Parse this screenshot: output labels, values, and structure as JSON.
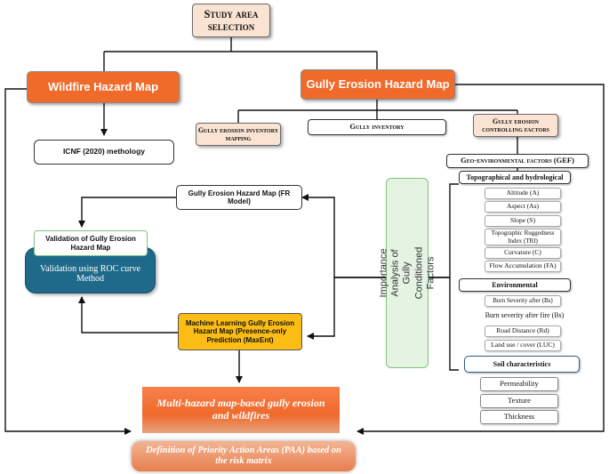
{
  "study_area": "Study area selection",
  "wildfire_map": "Wildfire Hazard Map",
  "gully_map": "Gully Erosion Hazard Map",
  "icnf": "ICNF (2020) methology",
  "gully_inventory_mapping": "Gully erosion inventory mapping",
  "gully_inventory": "Gully inventory",
  "gully_controlling": "Gully erosion controlling factors",
  "gef": "Geo-environmental factors (GEF)",
  "topographical": "Topographical and hydrological",
  "topo_factors": [
    "Altitude (A)",
    "Aspect (As)",
    "Slope (S)",
    "Topographic Ruggedness Index (TRI)",
    "Curvature (C)",
    "Flow Accumulation (FA)"
  ],
  "environmental": "Environmental",
  "burn_severity": "Burn Severity after (Bs)",
  "burn_severity_fire": "Burn severity after fire (Bs)",
  "env_factors": [
    "Road Distance (Rd)",
    "Land use / cover (LUC)"
  ],
  "soil": "Soil characteristics",
  "soil_factors": [
    "Permeability",
    "Texture",
    "Thickness"
  ],
  "importance": "Importance Analysis of Gully Conditioned Factors",
  "fr_model": "Gully Erosion Hazard Map (FR Model)",
  "validation_title": "Validation of Gully Erosion Hazard Map",
  "validation_body": "Validation using ROC curve Method",
  "ml_map": "Machine Learning Gully Erosion Hazard Map (Presence-only Prediction (MaxEnt)",
  "multi_hazard": "Multi-hazard map-based gully erosion and wildfires",
  "paa": "Definition of Priority Action Areas (PAA) based on the risk matrix",
  "colors": {
    "orange": "#f06a2a",
    "peach": "#fbe3d3",
    "green_border": "#7cc47a",
    "green_fill": "#e4f3e2",
    "teal": "#1f6a8a",
    "yellow": "#fbbd13"
  }
}
